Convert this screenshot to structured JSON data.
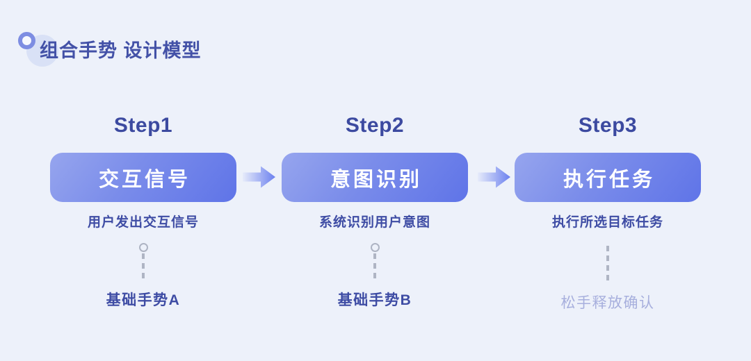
{
  "page": {
    "title": "组合手势 设计模型"
  },
  "colors": {
    "background": "#EDF1FA",
    "title_text": "#4351A7",
    "step_heading_text": "#3C4AA0",
    "pill_gradient_start": "#96A5EE",
    "pill_gradient_end": "#5F74E8",
    "pill_text": "#FFFFFF",
    "description_text": "#3E4CA4",
    "muted_label_text": "#A7AFDD",
    "connector_gray": "#AFB5C4",
    "arrow_gradient_start": "#E6EBFA",
    "arrow_gradient_end": "#6B80EF",
    "deco_ring_stroke": "#7D8DE2",
    "deco_soft_circle": "#D9E1F6"
  },
  "decorations": {
    "ring_icon": "ring-circle-icon",
    "soft_circle": "soft-circle-decoration"
  },
  "steps": [
    {
      "step_label": "Step1",
      "pill_label": "交互信号",
      "description": "用户发出交互信号",
      "connector": "circle-with-dashed-line",
      "bottom_label": "基础手势A"
    },
    {
      "step_label": "Step2",
      "pill_label": "意图识别",
      "description": "系统识别用户意图",
      "connector": "circle-with-dashed-line",
      "bottom_label": "基础手势B"
    },
    {
      "step_label": "Step3",
      "pill_label": "执行任务",
      "description": "执行所选目标任务",
      "connector": "dashed-line-only",
      "bottom_label": "松手释放确认"
    }
  ],
  "arrows": [
    {
      "name": "arrow-step1-to-step2",
      "direction": "right"
    },
    {
      "name": "arrow-step2-to-step3",
      "direction": "right"
    }
  ]
}
